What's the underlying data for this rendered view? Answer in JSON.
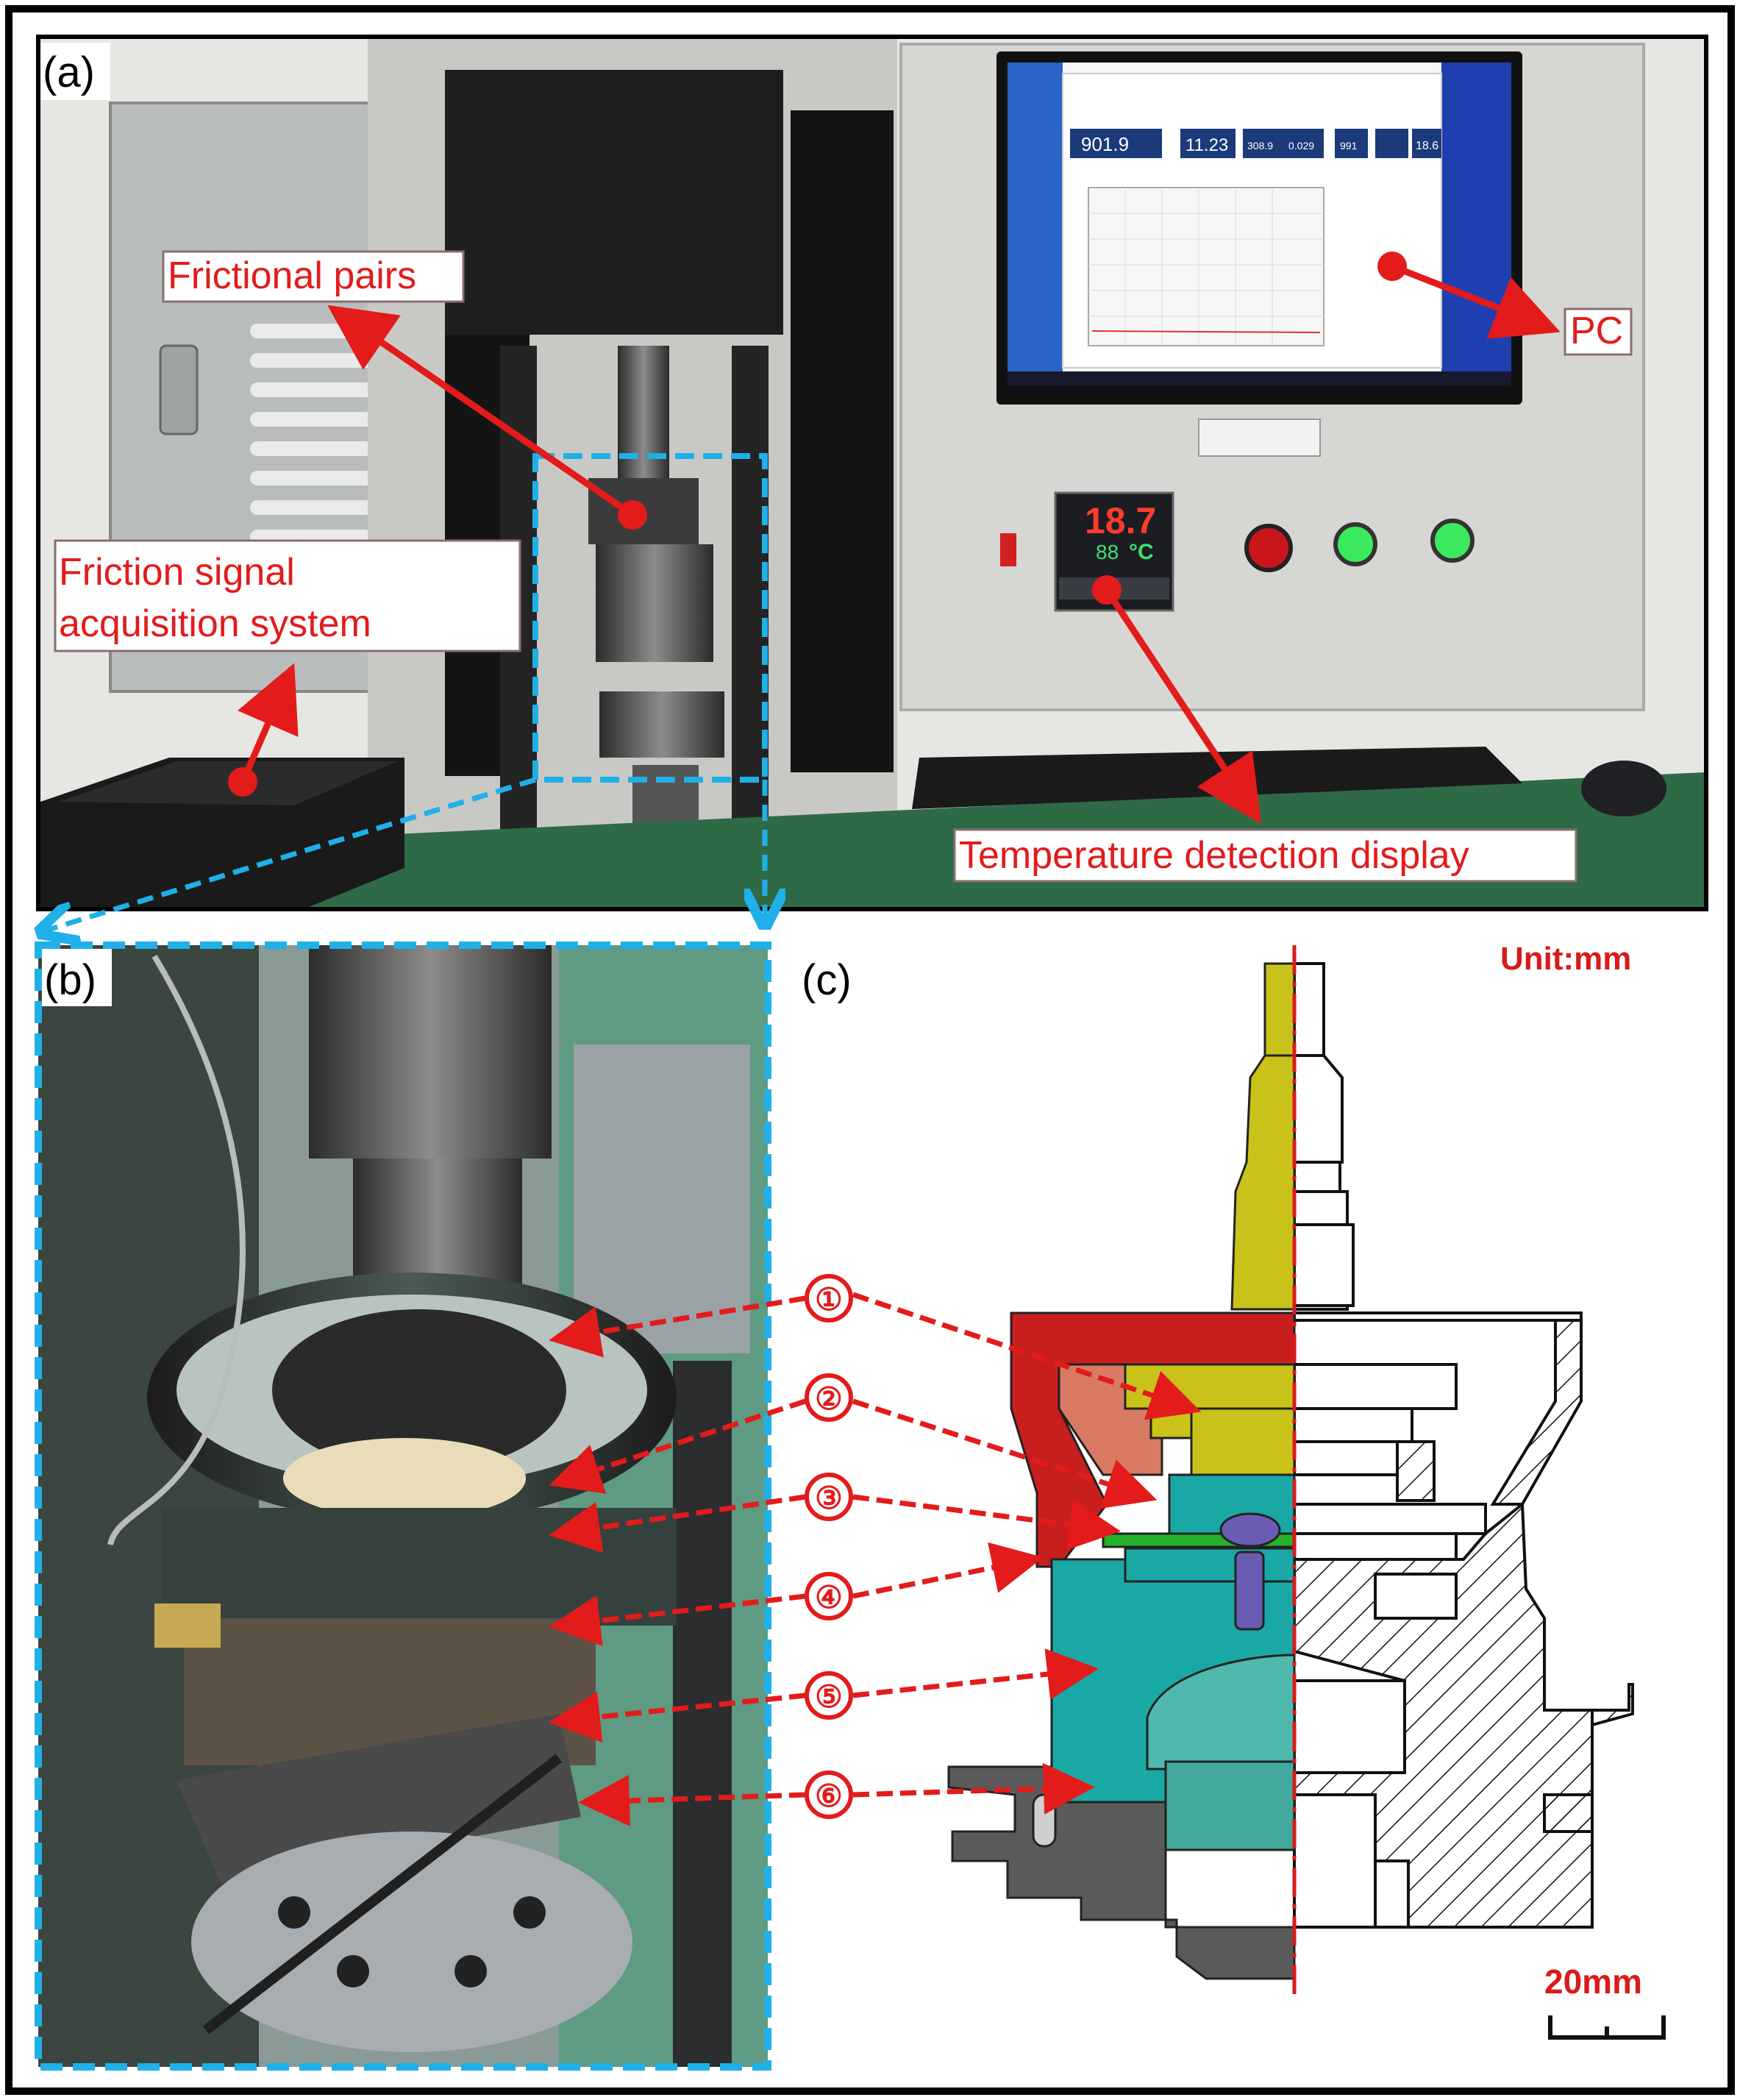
{
  "panels": {
    "a": {
      "label": "(a)",
      "callouts": {
        "frictional_pairs": "Frictional pairs",
        "pc": "PC",
        "friction_signal_line1": "Friction signal",
        "friction_signal_line2": "acquisition system",
        "temperature": "Temperature detection display"
      },
      "monitor_readouts": [
        "901.9",
        "11.23",
        "308.9",
        "0.029",
        "991",
        "18.6"
      ],
      "controller_readouts": {
        "top": "18.7",
        "bottom": "88",
        "unit": "°C"
      }
    },
    "b": {
      "label": "(b)"
    },
    "c": {
      "label": "(c)",
      "unit": "Unit:mm",
      "scale_bar": "20mm",
      "markers": [
        "①",
        "②",
        "③",
        "④",
        "⑤",
        "⑥"
      ]
    }
  },
  "colors": {
    "callout_red": "#e31b1b",
    "dash_blue": "#1fb0e8",
    "axis_red": "#d81b1b",
    "part_yellow": "#c9c21a",
    "part_teal": "#1aa8a5",
    "part_red": "#c81e1e",
    "part_salmon": "#d97a64",
    "part_green": "#27b02a",
    "part_purple": "#6a5bb3",
    "part_grey": "#5a5a5a"
  }
}
